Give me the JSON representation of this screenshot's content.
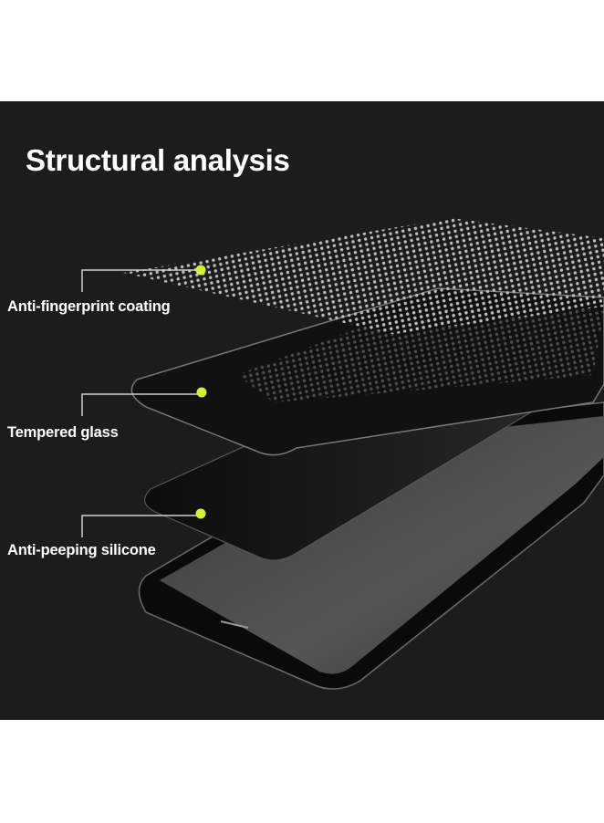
{
  "title": "Structural analysis",
  "layers": [
    {
      "label": "Anti-fingerprint coating"
    },
    {
      "label": "Tempered glass"
    },
    {
      "label": "Anti-peeping silicone"
    }
  ],
  "colors": {
    "background": "#1c1c1c",
    "marker": "#d4f03a",
    "text": "#ffffff"
  }
}
